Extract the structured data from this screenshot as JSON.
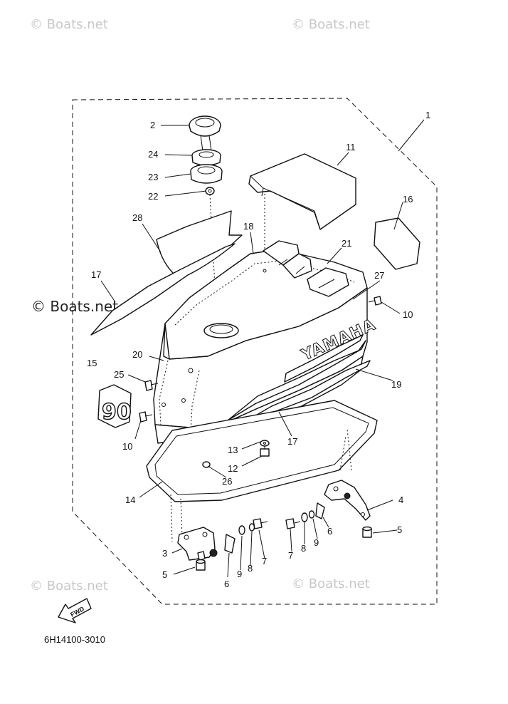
{
  "watermarks": {
    "top_left": "© Boats.net",
    "top_right": "© Boats.net",
    "middle_left": "© Boats.net",
    "bottom_left": "© Boats.net",
    "bottom_right": "© Boats.net"
  },
  "brand_text": "YAMAHA",
  "fwd_label": "FWD",
  "emblem_number": "90",
  "diagram_code": "6H14100-3010",
  "callouts": {
    "c1": "1",
    "c2": "2",
    "c3": "3",
    "c4": "4",
    "c5a": "5",
    "c5b": "5",
    "c6a": "6",
    "c6b": "6",
    "c7a": "7",
    "c7b": "7",
    "c8a": "8",
    "c8b": "8",
    "c9a": "9",
    "c9b": "9",
    "c10a": "10",
    "c10b": "10",
    "c11": "11",
    "c12": "12",
    "c13": "13",
    "c14": "14",
    "c15": "15",
    "c16": "16",
    "c17a": "17",
    "c17b": "17",
    "c18": "18",
    "c19": "19",
    "c20": "20",
    "c21": "21",
    "c22": "22",
    "c23": "23",
    "c24": "24",
    "c25": "25",
    "c26": "26",
    "c27": "27",
    "c28": "28"
  }
}
